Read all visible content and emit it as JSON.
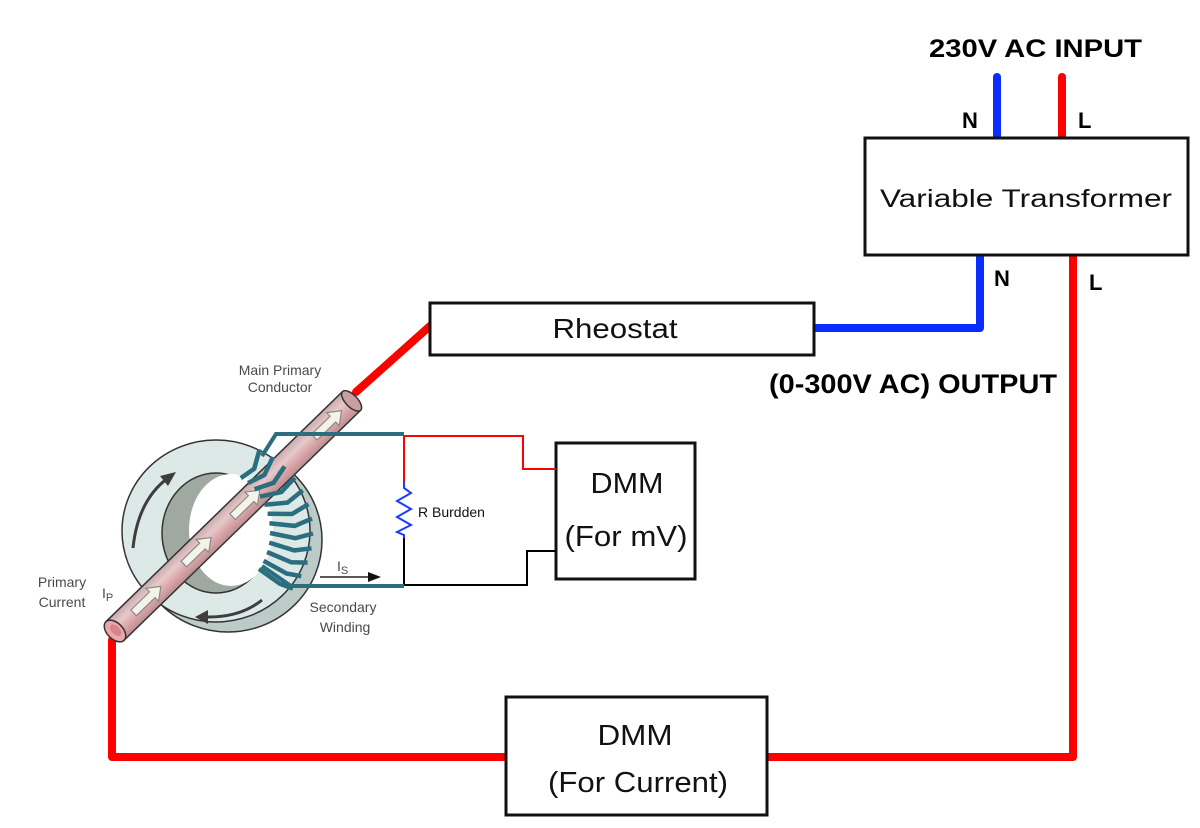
{
  "input": {
    "title": "230V AC INPUT",
    "neutral_label": "N",
    "line_label": "L"
  },
  "transformer": {
    "label": "Variable Transformer",
    "out_neutral_label": "N",
    "out_line_label": "L"
  },
  "output_label": "(0-300V AC) OUTPUT",
  "rheostat": {
    "label": "Rheostat"
  },
  "dmm_mv": {
    "line1": "DMM",
    "line2": "(For mV)"
  },
  "dmm_current": {
    "line1": "DMM",
    "line2": "(For Current)"
  },
  "burden": {
    "label": "R Burdden"
  },
  "ct": {
    "conductor_label_1": "Main Primary",
    "conductor_label_2": "Conductor",
    "primary_current_1": "Primary",
    "primary_current_2": "Current",
    "ip_symbol": "I",
    "ip_sub": "P",
    "is_symbol": "I",
    "is_sub": "S",
    "secondary_1": "Secondary",
    "secondary_2": "Winding"
  },
  "colors": {
    "neutral": "#0a2dff",
    "line": "#ff0000",
    "winding": "#2b6e80",
    "resistor": "#1a3cff",
    "signal_black": "#000000"
  }
}
